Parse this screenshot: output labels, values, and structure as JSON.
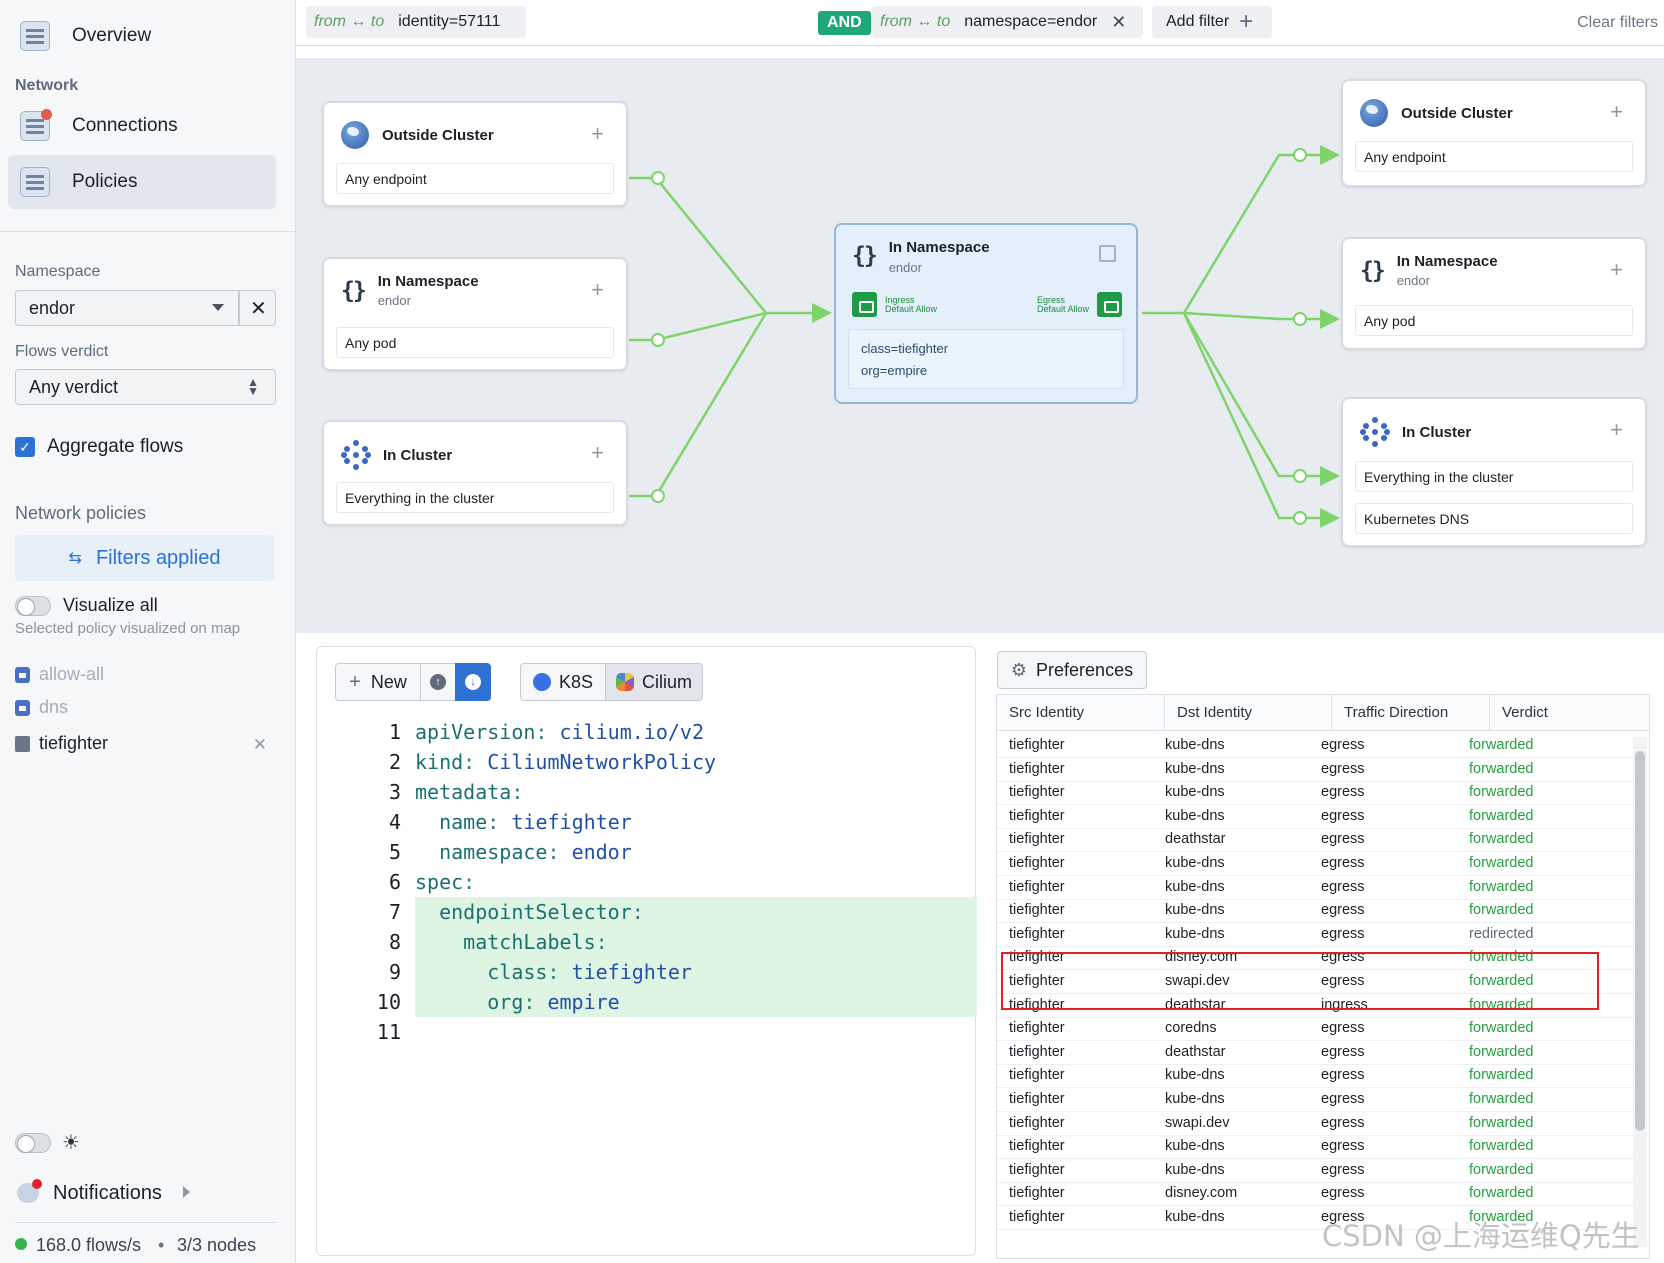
{
  "sidebar": {
    "overview": "Overview",
    "network_label": "Network",
    "connections": "Connections",
    "policies": "Policies",
    "namespace_label": "Namespace",
    "namespace_value": "endor",
    "verdict_label": "Flows verdict",
    "verdict_value": "Any verdict",
    "aggregate": "Aggregate flows",
    "netpol_label": "Network policies",
    "filters_applied": "Filters applied",
    "visualize_all": "Visualize all",
    "visualize_hint": "Selected policy visualized on map",
    "policies_list": [
      "allow-all",
      "dns",
      "tiefighter"
    ],
    "notifications": "Notifications",
    "flows_rate": "168.0 flows/s",
    "nodes": "3/3 nodes"
  },
  "filterbar": {
    "chip1_dir": "from ↔ to",
    "chip1_value": "identity=57111",
    "and_label": "AND",
    "chip2_dir": "from ↔ to",
    "chip2_value": "namespace=endor",
    "add_filter": "Add filter",
    "clear_filters": "Clear filters"
  },
  "map": {
    "left_cards": [
      {
        "title": "Outside Cluster",
        "subtitle": "",
        "rows": [
          "Any endpoint"
        ]
      },
      {
        "title": "In Namespace",
        "subtitle": "endor",
        "rows": [
          "Any pod"
        ]
      },
      {
        "title": "In Cluster",
        "subtitle": "",
        "rows": [
          "Everything in the cluster"
        ]
      }
    ],
    "center": {
      "title": "In Namespace",
      "subtitle": "endor",
      "ingress": "Ingress",
      "ingress_sub": "Default Allow",
      "egress": "Egress",
      "egress_sub": "Default Allow",
      "labels": [
        "class=tiefighter",
        "org=empire"
      ]
    },
    "right_cards": [
      {
        "title": "Outside Cluster",
        "subtitle": "",
        "rows": [
          "Any endpoint"
        ]
      },
      {
        "title": "In Namespace",
        "subtitle": "endor",
        "rows": [
          "Any pod"
        ]
      },
      {
        "title": "In Cluster",
        "subtitle": "",
        "rows": [
          "Everything in the cluster",
          "Kubernetes DNS"
        ]
      }
    ],
    "edge_color": "#7ed36a"
  },
  "editor": {
    "new_label": "New",
    "k8s_label": "K8S",
    "cilium_label": "Cilium",
    "lines": [
      {
        "k": "apiVersion",
        "v": "cilium.io/v2",
        "indent": ""
      },
      {
        "k": "kind",
        "v": "CiliumNetworkPolicy",
        "indent": ""
      },
      {
        "k": "metadata",
        "v": "",
        "indent": ""
      },
      {
        "k": "name",
        "v": "tiefighter",
        "indent": "  "
      },
      {
        "k": "namespace",
        "v": "endor",
        "indent": "  "
      },
      {
        "k": "spec",
        "v": "",
        "indent": ""
      },
      {
        "k": "endpointSelector",
        "v": "",
        "indent": "  "
      },
      {
        "k": "matchLabels",
        "v": "",
        "indent": "    "
      },
      {
        "k": "class",
        "v": "tiefighter",
        "indent": "      "
      },
      {
        "k": "org",
        "v": "empire",
        "indent": "      "
      },
      {
        "k": "",
        "v": "",
        "indent": ""
      }
    ],
    "highlight_lines": [
      7,
      8,
      9,
      10
    ]
  },
  "flows": {
    "preferences": "Preferences",
    "columns": [
      "Src Identity",
      "Dst Identity",
      "Traffic Direction",
      "Verdict"
    ],
    "rows": [
      [
        "tiefighter",
        "kube-dns",
        "egress",
        "forwarded"
      ],
      [
        "tiefighter",
        "kube-dns",
        "egress",
        "forwarded"
      ],
      [
        "tiefighter",
        "kube-dns",
        "egress",
        "forwarded"
      ],
      [
        "tiefighter",
        "kube-dns",
        "egress",
        "forwarded"
      ],
      [
        "tiefighter",
        "deathstar",
        "egress",
        "forwarded"
      ],
      [
        "tiefighter",
        "kube-dns",
        "egress",
        "forwarded"
      ],
      [
        "tiefighter",
        "kube-dns",
        "egress",
        "forwarded"
      ],
      [
        "tiefighter",
        "kube-dns",
        "egress",
        "forwarded"
      ],
      [
        "tiefighter",
        "kube-dns",
        "egress",
        "redirected"
      ],
      [
        "tiefighter",
        "disney.com",
        "egress",
        "forwarded"
      ],
      [
        "tiefighter",
        "swapi.dev",
        "egress",
        "forwarded"
      ],
      [
        "tiefighter",
        "deathstar",
        "ingress",
        "forwarded"
      ],
      [
        "tiefighter",
        "coredns",
        "egress",
        "forwarded"
      ],
      [
        "tiefighter",
        "deathstar",
        "egress",
        "forwarded"
      ],
      [
        "tiefighter",
        "kube-dns",
        "egress",
        "forwarded"
      ],
      [
        "tiefighter",
        "kube-dns",
        "egress",
        "forwarded"
      ],
      [
        "tiefighter",
        "swapi.dev",
        "egress",
        "forwarded"
      ],
      [
        "tiefighter",
        "kube-dns",
        "egress",
        "forwarded"
      ],
      [
        "tiefighter",
        "kube-dns",
        "egress",
        "forwarded"
      ],
      [
        "tiefighter",
        "disney.com",
        "egress",
        "forwarded"
      ],
      [
        "tiefighter",
        "kube-dns",
        "egress",
        "forwarded"
      ]
    ],
    "highlighted_rows": [
      9,
      10
    ]
  },
  "watermark": "CSDN @上海运维Q先生",
  "colors": {
    "accent": "#2d72d2",
    "green": "#1ea87a",
    "forwarded": "#24a141",
    "highlight": "#e02424"
  }
}
